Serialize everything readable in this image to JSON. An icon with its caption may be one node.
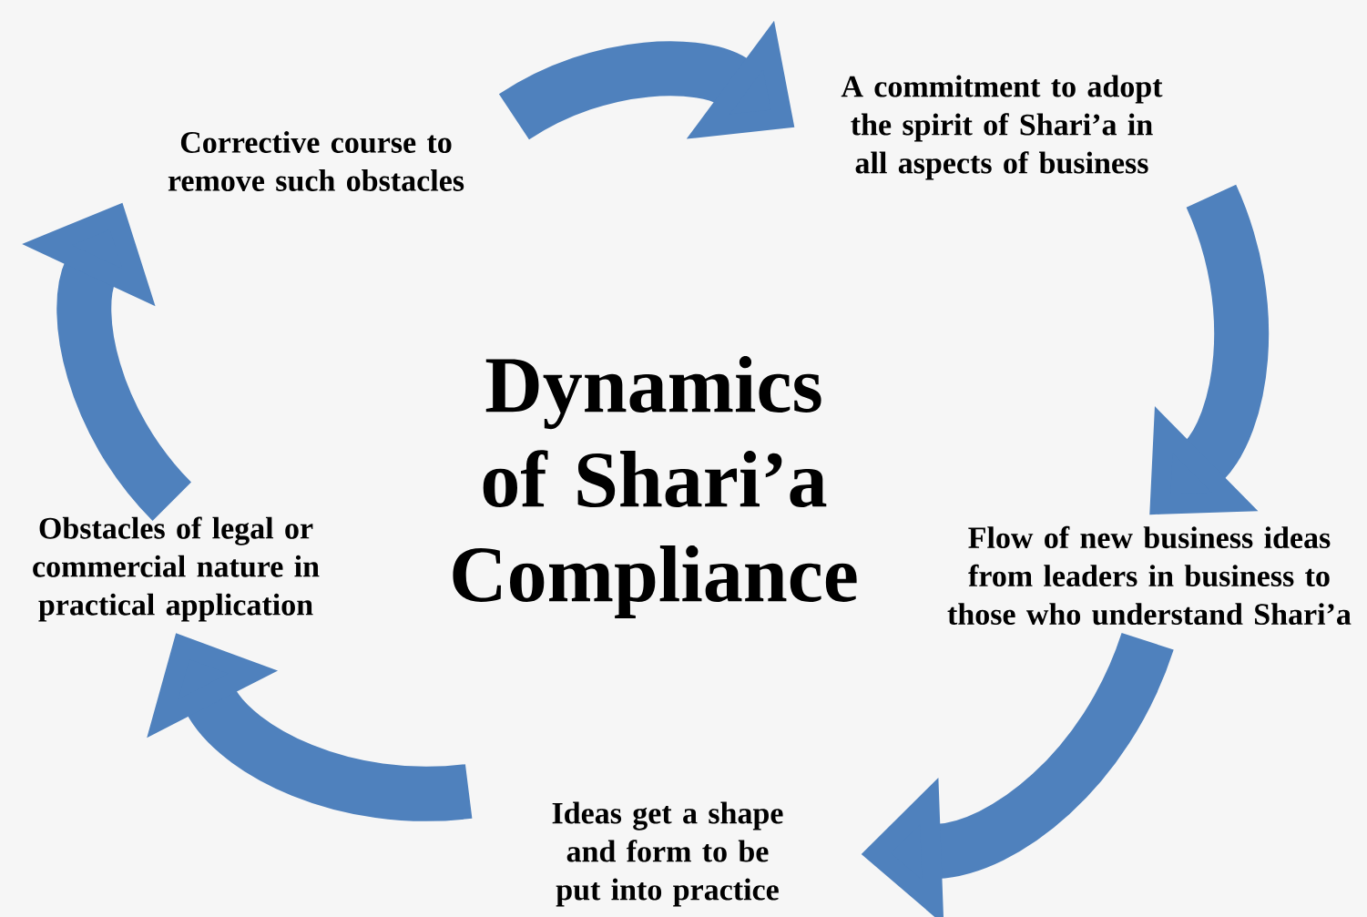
{
  "diagram": {
    "title": "Dynamics of Shari’a Compliance",
    "nodes": [
      {
        "text": [
          "A commitment to adopt the spirit of Shari’a in all aspects of business"
        ]
      },
      {
        "text": [
          "Flow of new business ideas from leaders in business to those who understand Shari’a"
        ]
      },
      {
        "text": [
          "Ideas get a shape and form to be put into practice"
        ]
      },
      {
        "text": [
          "Obstacles of legal or commercial nature in practical application"
        ]
      },
      {
        "text": [
          "Corrective course to remove such obstacles"
        ]
      }
    ],
    "edges": [
      {
        "from": 4,
        "to": 0,
        "arrow": "to"
      },
      {
        "from": 0,
        "to": 1,
        "arrow": "to"
      },
      {
        "from": 1,
        "to": 2,
        "arrow": "to"
      },
      {
        "from": 2,
        "to": 3,
        "arrow": "to"
      },
      {
        "from": 3,
        "to": 4,
        "arrow": "to"
      }
    ]
  }
}
